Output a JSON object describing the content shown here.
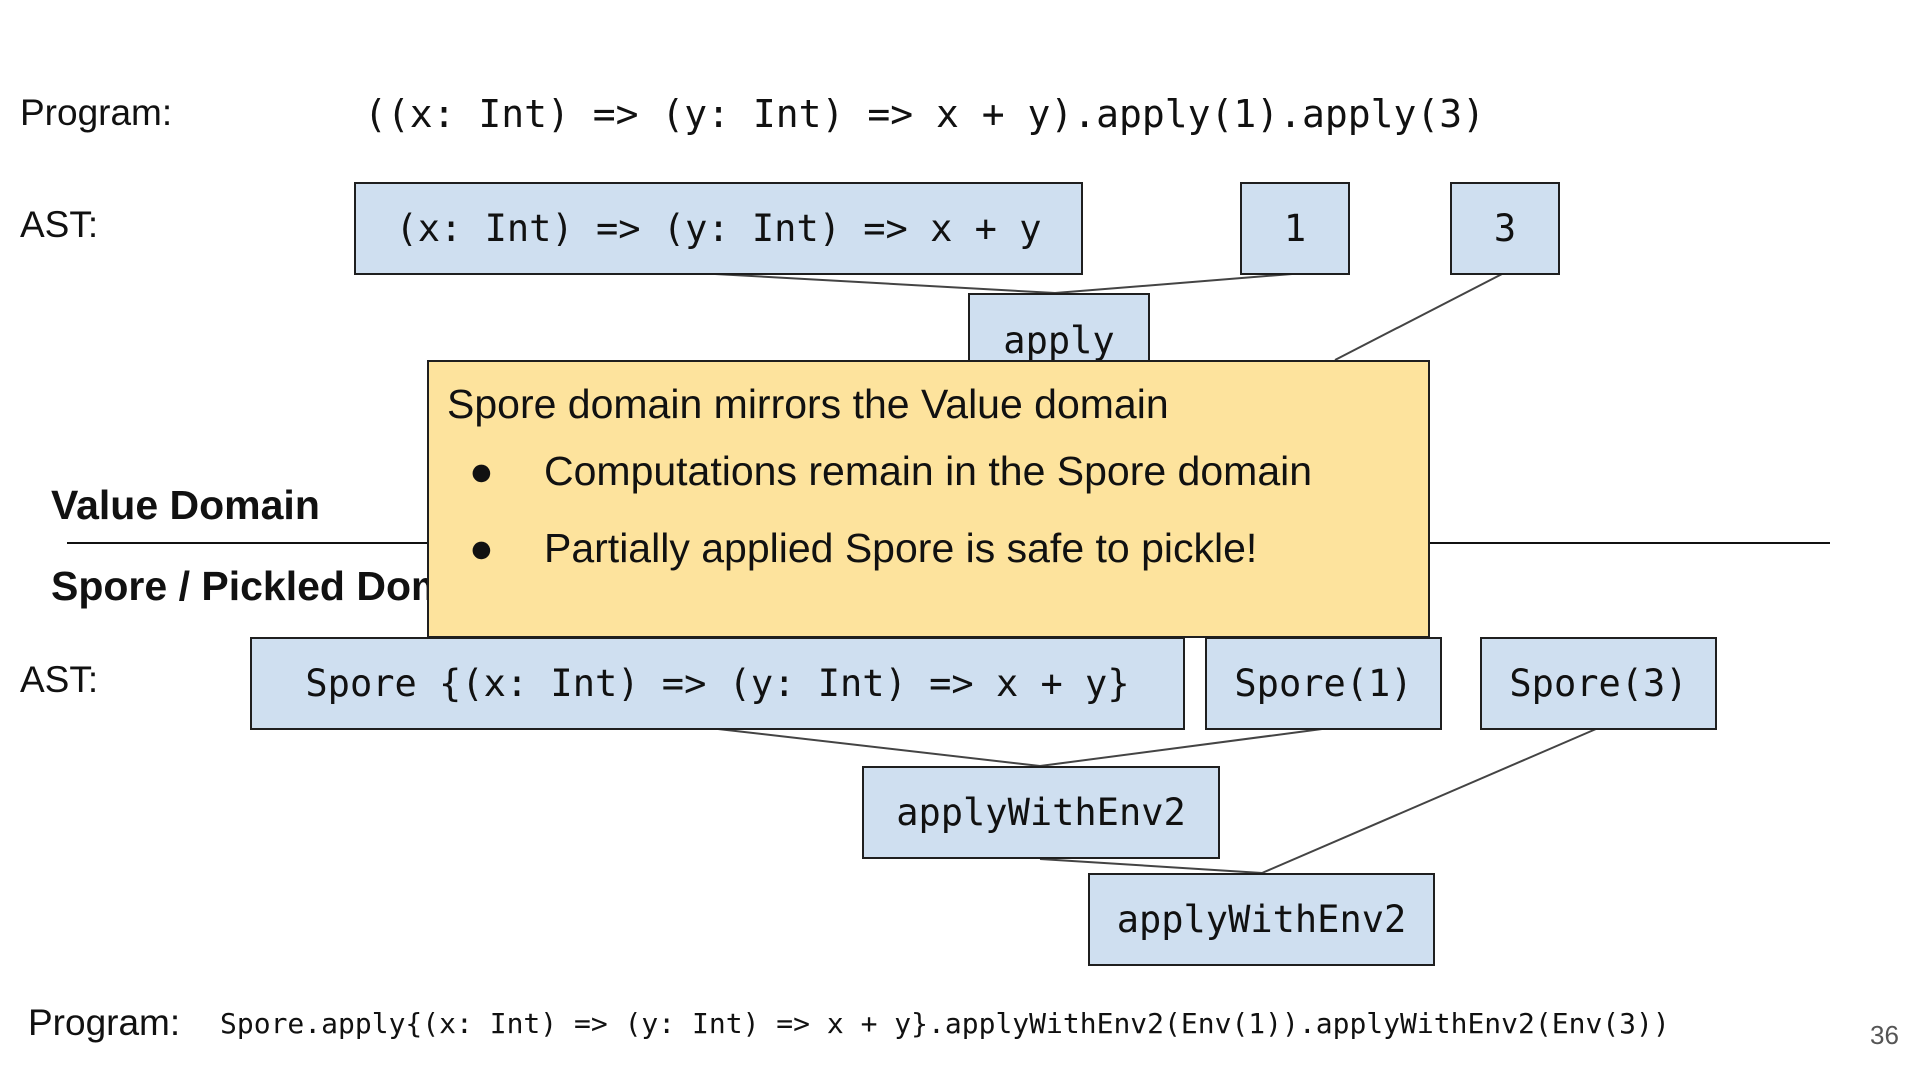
{
  "top": {
    "program_label": "Program:",
    "program_code": "((x: Int) => (y: Int) => x + y).apply(1).apply(3)",
    "ast_label": "AST:",
    "nodes": {
      "lambda": "(x: Int) => (y: Int) => x + y",
      "arg1": "1",
      "arg3": "3",
      "apply": "apply"
    }
  },
  "domains": {
    "value": "Value Domain",
    "spore": "Spore / Pickled Domain"
  },
  "callout": {
    "title": "Spore domain mirrors the Value domain",
    "bullets": [
      "Computations remain in the Spore domain",
      "Partially applied Spore is safe to pickle!"
    ],
    "bullet_glyph": "●"
  },
  "bottom": {
    "ast_label": "AST:",
    "nodes": {
      "spore_lambda": "Spore {(x: Int) => (y: Int) => x + y}",
      "spore1": "Spore(1)",
      "spore3": "Spore(3)",
      "apply_env_1": "applyWithEnv2",
      "apply_env_2": "applyWithEnv2"
    },
    "program_label": "Program:",
    "program_code": "Spore.apply{(x: Int) => (y: Int) => x + y}.applyWithEnv2(Env(1)).applyWithEnv2(Env(3))"
  },
  "page_number": "36",
  "colors": {
    "node_fill": "#cfdff0",
    "callout_fill": "#fde39d",
    "edge": "#444444"
  }
}
